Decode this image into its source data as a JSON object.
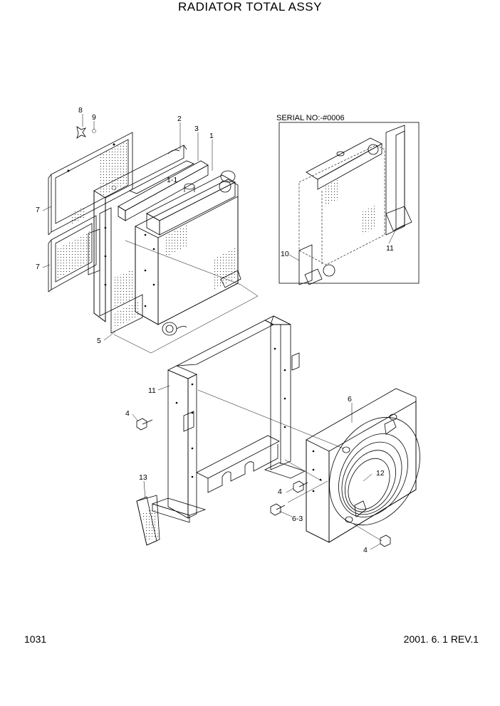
{
  "title": "RADIATOR TOTAL ASSY",
  "serial_note": "SERIAL NO:-#0006",
  "page_number": "1031",
  "revision": "2001. 6. 1 REV.1",
  "callouts": {
    "c1": "1",
    "c1_1": "1-1",
    "c2": "2",
    "c3": "3",
    "c4a": "4",
    "c4b": "4",
    "c4c": "4",
    "c5": "5",
    "c6": "6",
    "c6_3": "6-3",
    "c7a": "7",
    "c7b": "7",
    "c8": "8",
    "c9": "9",
    "c10": "10",
    "c11a": "11",
    "c11b": "11",
    "c12": "12",
    "c13": "13"
  }
}
